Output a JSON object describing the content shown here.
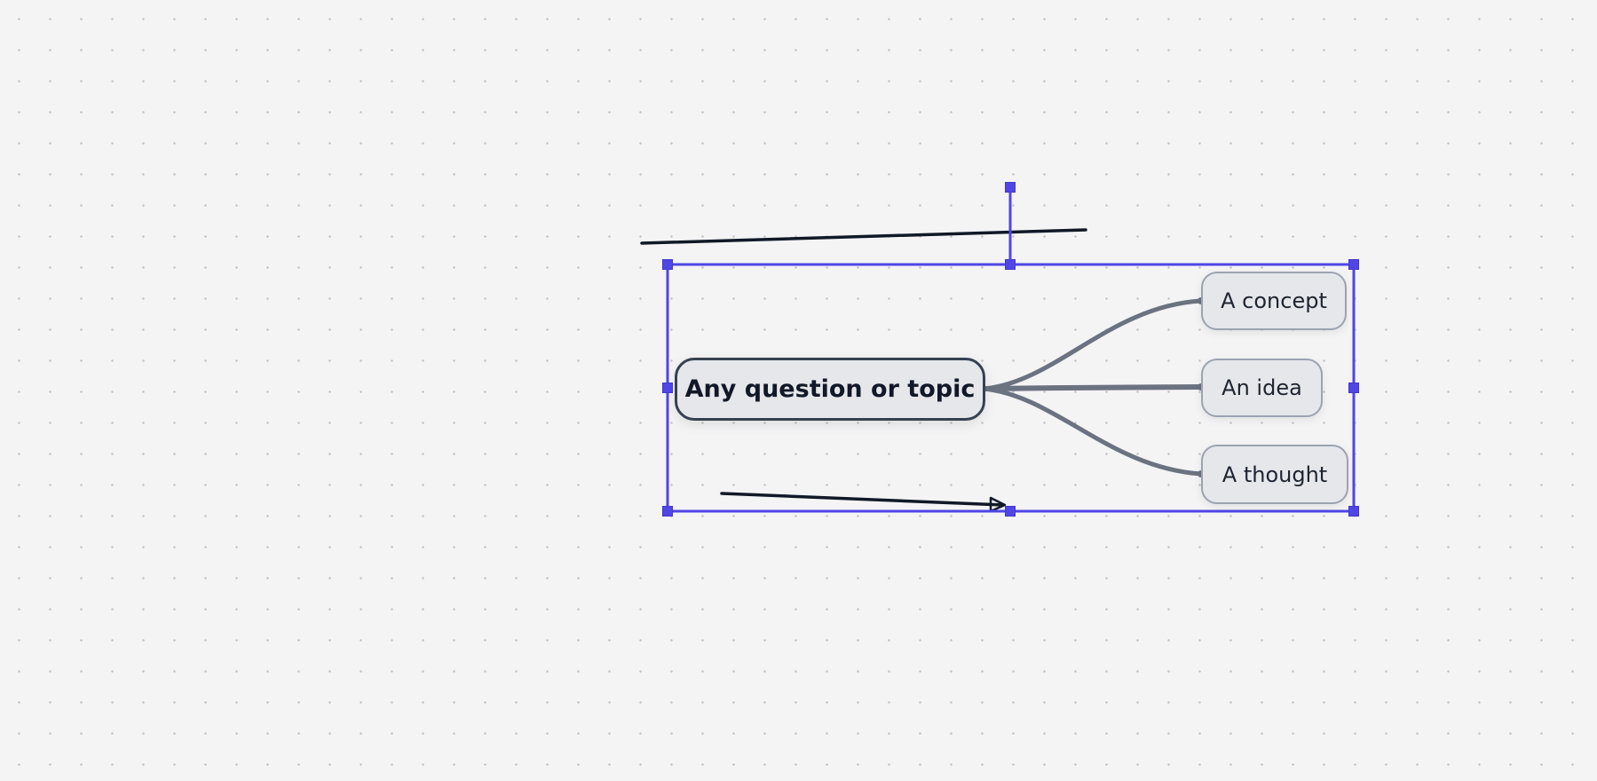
{
  "canvas": {
    "background": "#f4f4f5",
    "grid": "dotted",
    "selection_color": "#4f46e5"
  },
  "mindmap": {
    "root": {
      "label": "Any question or topic"
    },
    "children": [
      {
        "label": "A concept"
      },
      {
        "label": "An idea"
      },
      {
        "label": "A thought"
      }
    ],
    "branch_color": "#6b7280",
    "node_fill": "#e5e7eb",
    "root_border": "#374151",
    "child_border": "#9ca3af"
  },
  "strokes": [
    {
      "kind": "line",
      "color": "#111827"
    },
    {
      "kind": "arrow",
      "color": "#111827"
    }
  ]
}
